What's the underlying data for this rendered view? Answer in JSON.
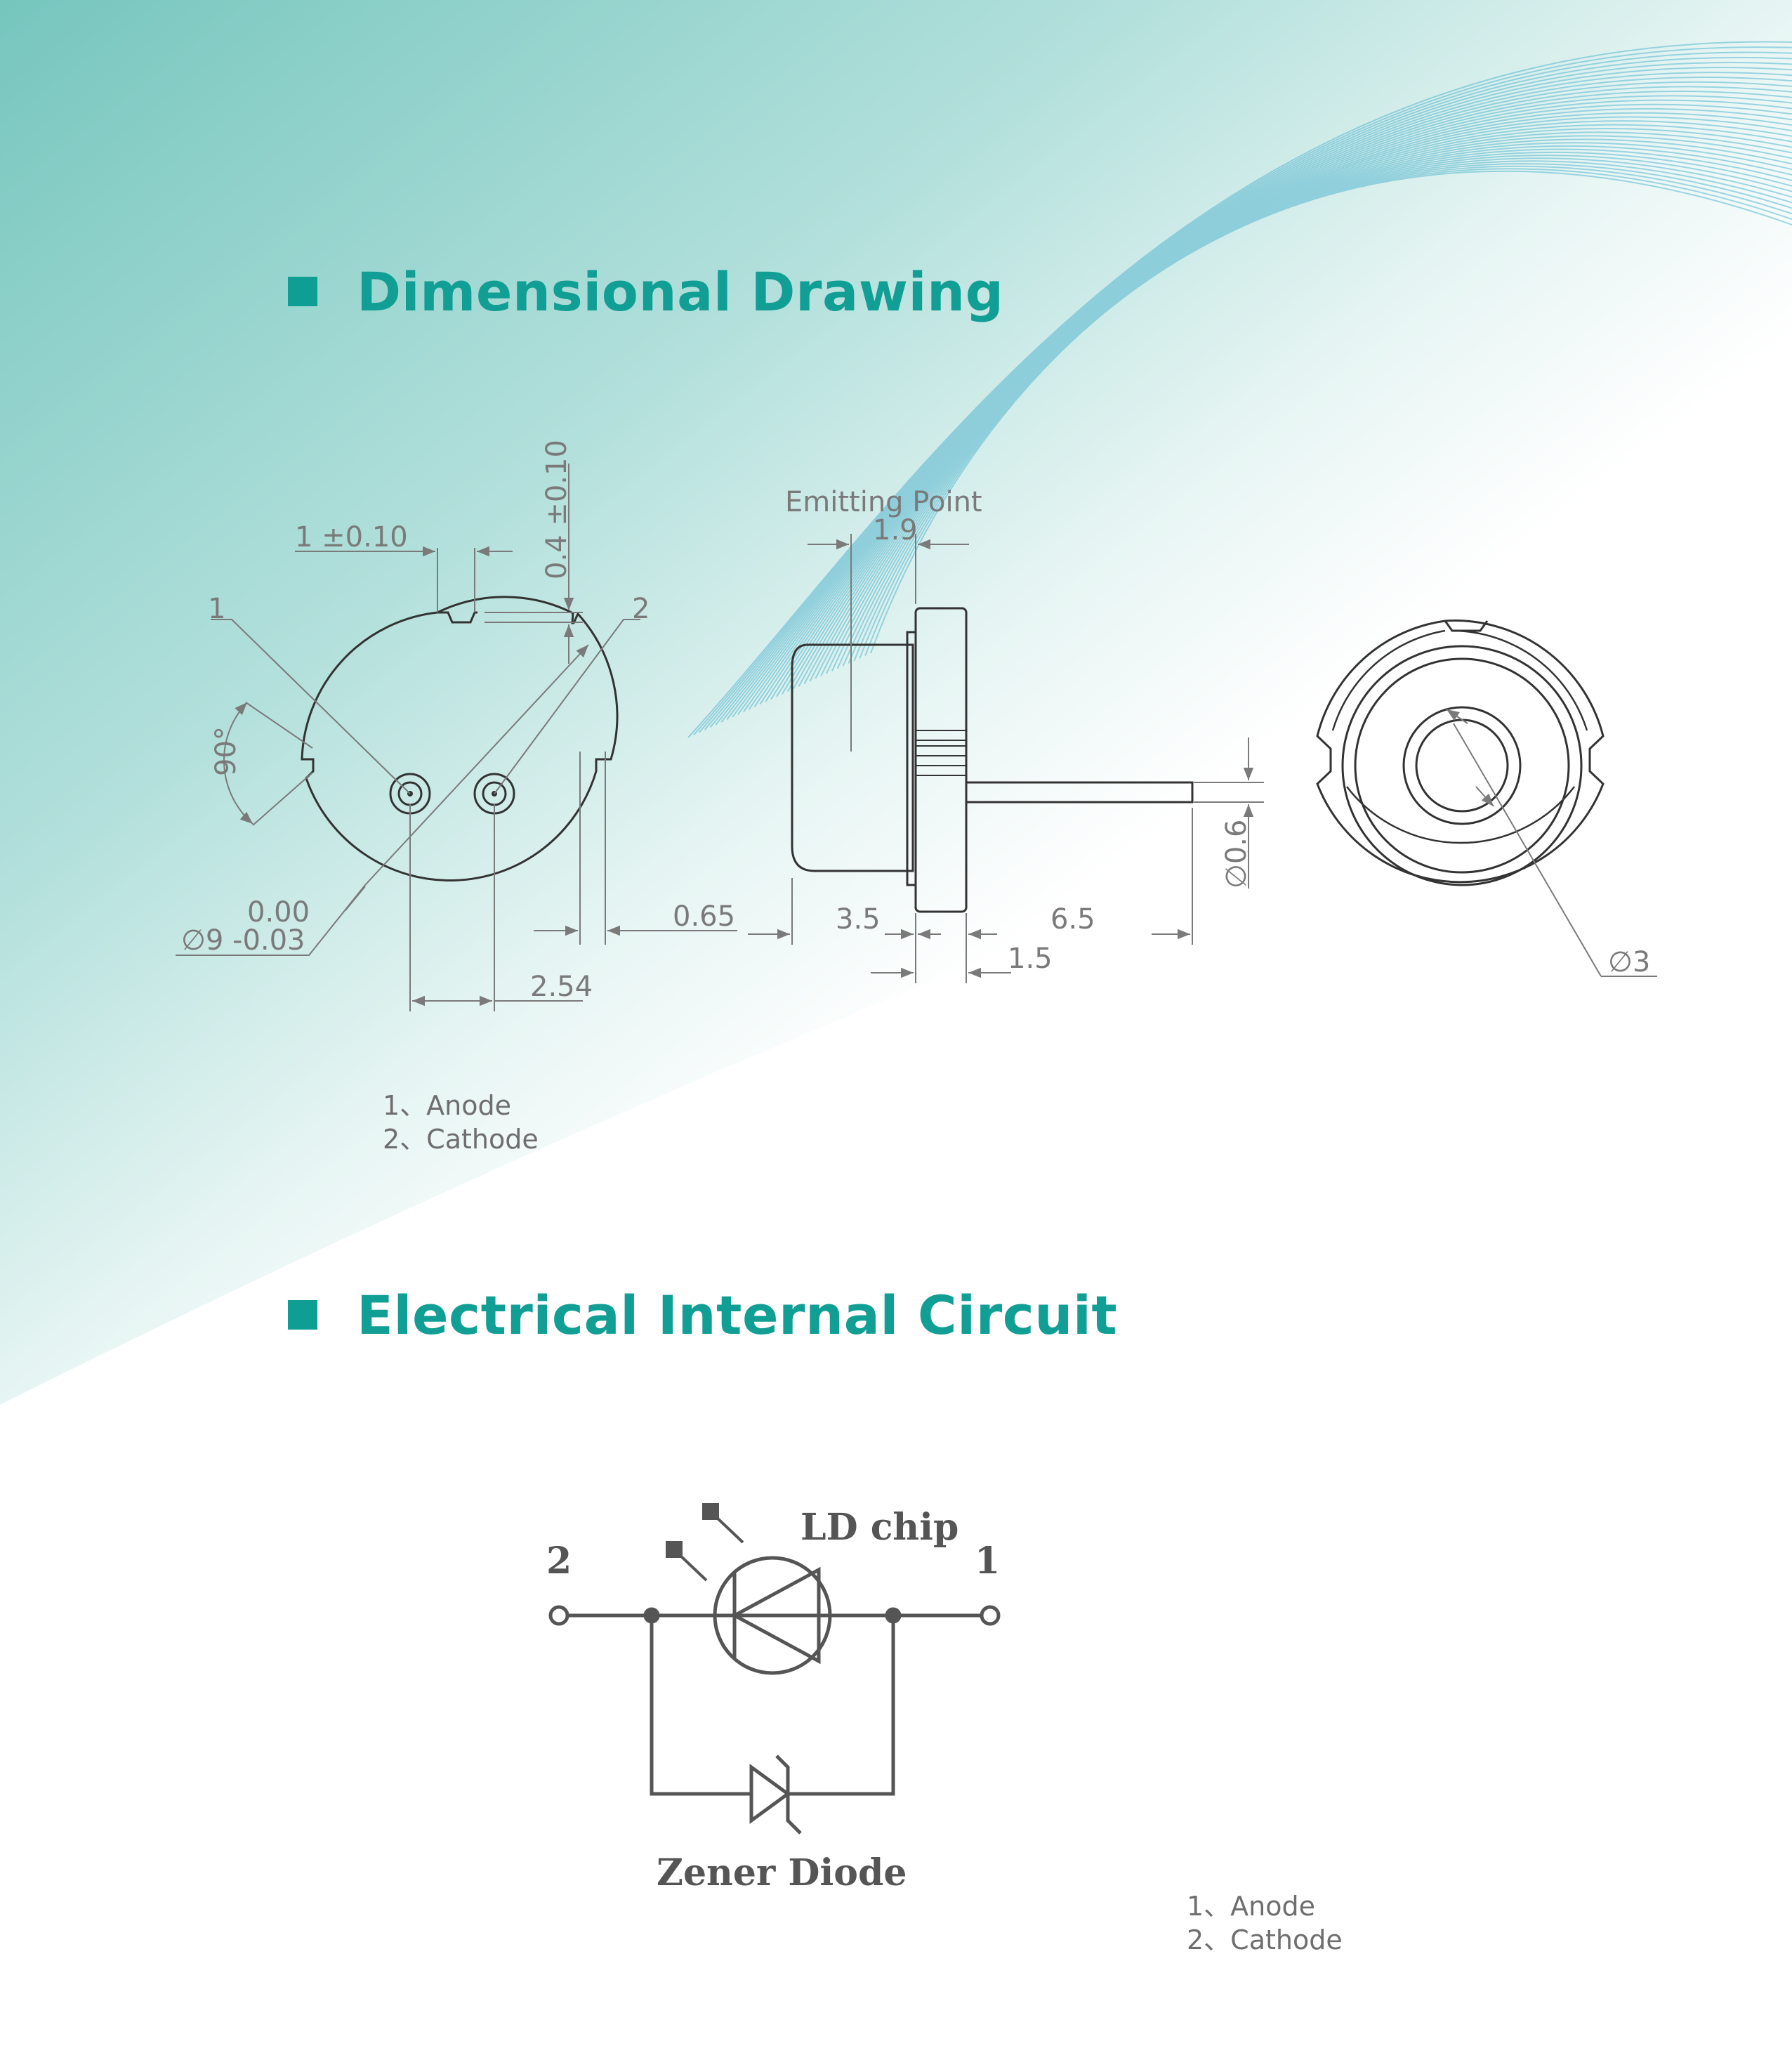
{
  "colors": {
    "accent": "#119e94",
    "background_top": "#7cc9c1",
    "line": "#555555",
    "dim": "#7a7a7a"
  },
  "sections": {
    "dimensional": {
      "title": "Dimensional Drawing"
    },
    "circuit": {
      "title": "Electrical Internal Circuit"
    }
  },
  "front_view": {
    "pin1_label": "1",
    "pin2_label": "2",
    "notch_width": "1 ±0.10",
    "notch_depth": "0.4 ±0.10",
    "angle": "90°",
    "dia_tol_upper": "0.00",
    "dia_label": "∅9 -0.03",
    "pin_pitch": "2.54",
    "edge_offset": "0.65"
  },
  "side_view": {
    "emitting_point": "Emitting Point",
    "emit_offset": "1.9",
    "cap_length": "3.5",
    "lead_length": "6.5",
    "flange": "1.5",
    "lead_dia": "∅0.6"
  },
  "rear_view": {
    "bore_dia": "∅3"
  },
  "pin_legend": {
    "anode": "1、Anode",
    "cathode": "2、Cathode"
  },
  "circuit": {
    "ld_chip": "LD chip",
    "zener": "Zener Diode",
    "terminal_left": "2",
    "terminal_right": "1"
  }
}
